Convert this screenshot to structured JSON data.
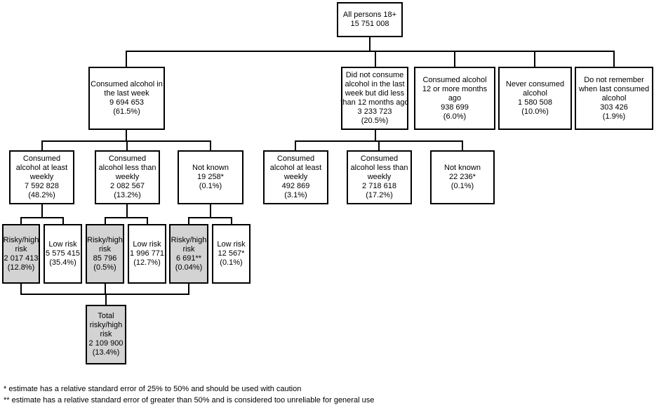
{
  "nodes": {
    "all_persons": {
      "lines": [
        "All persons 18+",
        "15 751 008"
      ]
    },
    "consumed_last_week": {
      "lines": [
        "Consumed alcohol in",
        "the last week",
        "9 694 653",
        "(61.5%)"
      ]
    },
    "not_last_week": {
      "lines": [
        "Did not consume",
        "alcohol in the last",
        "week but did less",
        "than 12 months ago",
        "3 233 723",
        "(20.5%)"
      ]
    },
    "twelve_plus_months": {
      "lines": [
        "Consumed alcohol",
        "12 or more months",
        "ago",
        "938 699",
        "(6.0%)"
      ]
    },
    "never_consumed": {
      "lines": [
        "Never consumed",
        "alcohol",
        "1 580 508",
        "(10.0%)"
      ]
    },
    "not_remember": {
      "lines": [
        "Do not remember",
        "when last consumed",
        "alcohol",
        "303 426",
        "(1.9%)"
      ]
    },
    "lw_at_least_weekly": {
      "lines": [
        "Consumed",
        "alcohol at least",
        "weekly",
        "7 592 828",
        "(48.2%)"
      ]
    },
    "lw_less_weekly": {
      "lines": [
        "Consumed",
        "alcohol less than",
        "weekly",
        "2 082 567",
        "(13.2%)"
      ]
    },
    "lw_not_known": {
      "lines": [
        "Not known",
        "19 258*",
        "(0.1%)"
      ]
    },
    "nlw_at_least_weekly": {
      "lines": [
        "Consumed",
        "alcohol at least",
        "weekly",
        "492 869",
        "(3.1%)"
      ]
    },
    "nlw_less_weekly": {
      "lines": [
        "Consumed",
        "alcohol less than",
        "weekly",
        "2 718 618",
        "(17.2%)"
      ]
    },
    "nlw_not_known": {
      "lines": [
        "Not known",
        "22 236*",
        "(0.1%)"
      ]
    },
    "risk_weekly": {
      "lines": [
        "Risky/high",
        "risk",
        "2 017 413",
        "(12.8%)"
      ]
    },
    "low_weekly": {
      "lines": [
        "Low risk",
        "5 575 415",
        "(35.4%)"
      ]
    },
    "risk_less_weekly": {
      "lines": [
        "Risky/high",
        "risk",
        "85 796",
        "(0.5%)"
      ]
    },
    "low_less_weekly": {
      "lines": [
        "Low risk",
        "1 996 771",
        "(12.7%)"
      ]
    },
    "risk_not_known": {
      "lines": [
        "Risky/high",
        "risk",
        "6 691**",
        "(0.04%)"
      ]
    },
    "low_not_known": {
      "lines": [
        "Low risk",
        "12 567*",
        "(0.1%)"
      ]
    },
    "total_risk": {
      "lines": [
        "Total",
        "risky/high",
        "risk",
        "2 109 900",
        "(13.4%)"
      ]
    }
  },
  "footnotes": {
    "line1": "* estimate has a relative standard error of 25% to 50% and should be used with caution",
    "line2": "** estimate has a relative standard error of greater than 50% and is considered too unreliable for general use"
  },
  "colors": {
    "shaded_fill": "#d3d3d3",
    "line": "#000000"
  }
}
